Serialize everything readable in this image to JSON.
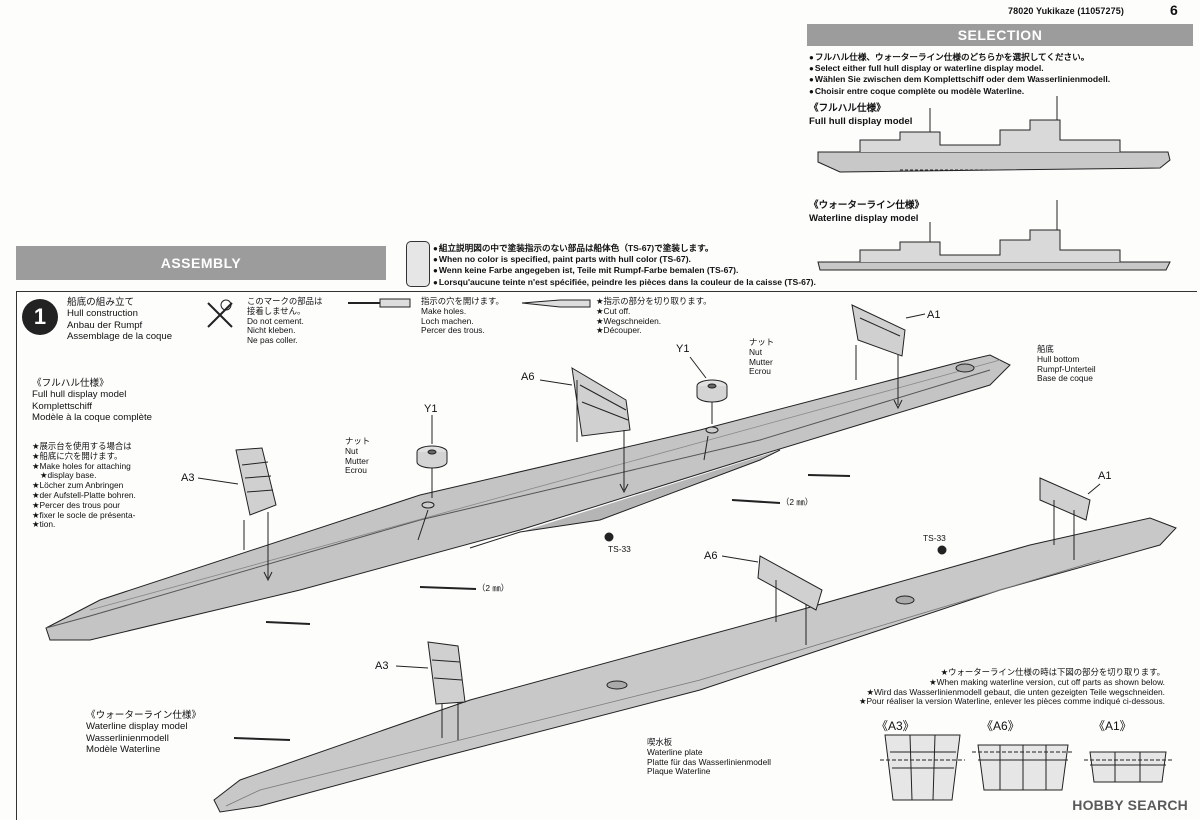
{
  "header": {
    "code": "78020 Yukikaze (11057275)",
    "page": "6"
  },
  "selection": {
    "title": "SELECTION",
    "lines": [
      "フルハル仕様、ウォーターライン仕様のどちらかを選択してください。",
      "Select either full hull display or waterline display model.",
      "Wählen Sie zwischen dem Komplettschiff oder dem Wasserlinienmodell.",
      "Choisir entre coque complète ou modèle Waterline."
    ],
    "full_hull_jp": "《フルハル仕様》",
    "full_hull_en": "Full hull display model",
    "waterline_jp": "《ウォーターライン仕様》",
    "waterline_en": "Waterline display model"
  },
  "assembly": {
    "title": "ASSEMBLY",
    "paint_note": [
      "組立説明図の中で塗装指示のない部品は船体色（TS-67)で塗装します。",
      "When no color is specified, paint parts with hull color (TS-67).",
      "Wenn keine Farbe angegeben ist, Teile mit Rumpf-Farbe bemalen (TS-67).",
      "Lorsqu'aucune teinte n'est spécifiée, peindre les pièces dans la couleur de la caisse (TS-67)."
    ]
  },
  "step1": {
    "number": "1",
    "title": [
      "船底の組み立て",
      "Hull construction",
      "Anbau der Rumpf",
      "Assemblage de la coque"
    ],
    "no_cement": [
      "このマークの部品は",
      "接着しません。",
      "Do not cement.",
      "Nicht kleben.",
      "Ne pas coller."
    ],
    "make_holes": [
      "指示の穴を開けます。",
      "Make holes.",
      "Loch machen.",
      "Percer des trous."
    ],
    "cut_off": [
      "指示の部分を切り取ります。",
      "Cut off.",
      "Wegschneiden.",
      "Découper."
    ],
    "full_hull": [
      "《フルハル仕様》",
      "Full hull display model",
      "Komplettschiff",
      "Modèle à la coque complète"
    ],
    "stand_note": [
      "展示台を使用する場合は",
      "船底に穴を開けます。",
      "Make holes for attaching",
      "display base.",
      "Löcher zum Anbringen",
      "der Aufstell-Platte bohren.",
      "Percer des trous pour",
      "fixer le socle de présenta-",
      "tion."
    ],
    "nut": [
      "ナット",
      "Nut",
      "Mutter",
      "Ecrou"
    ],
    "hull_bottom": [
      "船底",
      "Hull bottom",
      "Rumpf-Unterteil",
      "Base de coque"
    ],
    "waterline_plate": [
      "喫水板",
      "Waterline plate",
      "Platte für das Wasserlinienmodell",
      "Plaque Waterline"
    ],
    "waterline": [
      "《ウォーターライン仕様》",
      "Waterline display model",
      "Wasserlinienmodell",
      "Modèle Waterline"
    ],
    "cut_note": [
      "ウォーターライン仕様の時は下図の部分を切り取ります。",
      "When making waterline version, cut off parts as shown below.",
      "Wird das Wasserlinienmodell gebaut, die unten gezeigten Teile wegschneiden.",
      "Pour réaliser la version Waterline, enlever les pièces comme indiqué ci-dessous."
    ],
    "parts": {
      "a1": "A1",
      "a3": "A3",
      "a6": "A6",
      "y1": "Y1",
      "y1b": "Y1",
      "a1b": "A1",
      "a3b": "A3",
      "a6b": "A6",
      "ts33a": "TS-33",
      "ts33b": "TS-33",
      "drill1": "（2 ㎜）",
      "drill2": "（2 ㎜）",
      "cut_a3": "《A3》",
      "cut_a6": "《A6》",
      "cut_a1": "《A1》"
    }
  },
  "watermark": "HOBBY SEARCH",
  "colors": {
    "banner": "#9c9c9c",
    "hull": "#bdbdbd",
    "ink": "#222222"
  }
}
